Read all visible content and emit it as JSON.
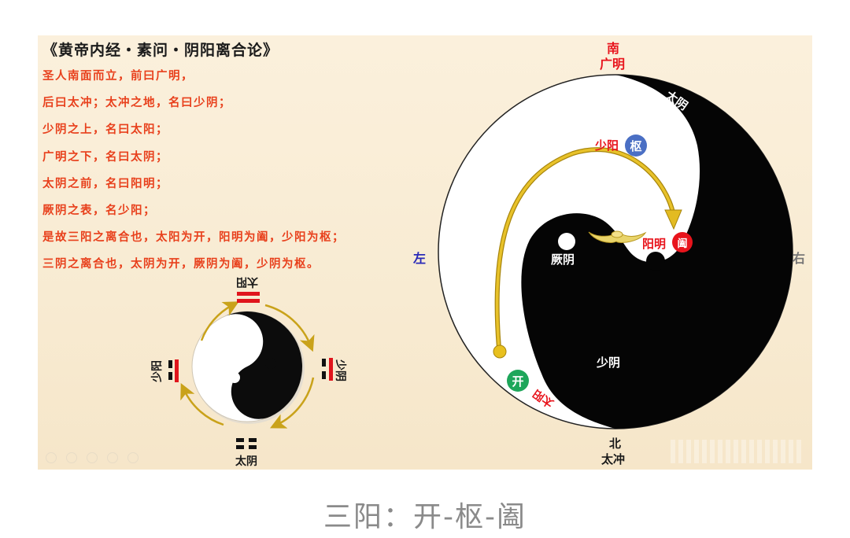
{
  "slide": {
    "title": "《黄帝内经・素问・阴阳离合论》",
    "lines": [
      "圣人南面而立，前曰广明，",
      "后曰太冲；太冲之地，名曰少阴；",
      "少阴之上，名曰太阳；",
      "广明之下，名曰太阴；",
      "太阴之前，名曰阳明；",
      "厥阴之表，名少阳；",
      "是故三阳之离合也，太阳为开，阳明为阖，少阳为枢；",
      "三阴之离合也，太阴为开，厥阴为阖，少阴为枢。"
    ],
    "colors": {
      "background": "#f8ebd2",
      "text_red": "#e8401c",
      "label_red": "#e8141c",
      "arrow_gold": "#c9a21a",
      "badge_blue": "#4a6fc4",
      "badge_red": "#e8141c",
      "badge_green": "#1ea65a"
    }
  },
  "small_taiji": {
    "top": {
      "label": "太阳",
      "trigram": "two solid red lines"
    },
    "right": {
      "label": "少阴",
      "trigram": "red solid + black broken"
    },
    "bottom": {
      "label": "太阴",
      "trigram": "two broken black lines"
    },
    "left": {
      "label": "少阳",
      "trigram": "black broken + red solid"
    }
  },
  "big_taiji": {
    "south": "南",
    "south_name": "广明",
    "north": "北",
    "north_name": "太冲",
    "left": "左",
    "right": "右",
    "taiyin_top": "太阴",
    "shaoyang": "少阳",
    "shu": "枢",
    "jueyin": "厥阴",
    "yangming": "阳明",
    "he": "阖",
    "shaoyin": "少阴",
    "kai": "开",
    "taiyang": "太阳"
  },
  "caption": "三阳：开-枢-阖"
}
